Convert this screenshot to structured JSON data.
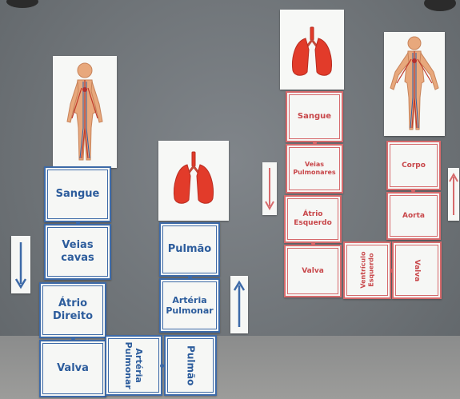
{
  "tiles": {
    "blue_sangue": "Sangue",
    "blue_veias_cavas": "Veias cavas",
    "blue_atrio_direito": "Átrio Direito",
    "blue_valva": "Valva",
    "blue_pulmao": "Pulmão",
    "blue_arteria_pulmonar": "Artéria Pulmonar",
    "blue_arteria_pulmonar_rot": "Artéria Pulmonar",
    "blue_pulmao_rot": "Pulmão",
    "red_sangue": "Sangue",
    "red_veias_pulmonares": "Veias Pulmonares",
    "red_atrio_esquerdo": "Átrio Esquerdo",
    "red_valva": "Valva",
    "red_ventriculo_esquerdo": "Ventrículo Esquerdo",
    "red_valva_rot": "Valva",
    "red_corpo": "Corpo",
    "red_aorta": "Aorta"
  },
  "colors": {
    "blue_circuit": "#3d6aa8",
    "red_circuit": "#d66a6c",
    "board": "#6f7478"
  },
  "icons": {
    "body": "human-circulatory-body-icon",
    "lungs": "lungs-icon",
    "arrow_down": "arrow-down-icon",
    "arrow_up": "arrow-up-icon"
  }
}
